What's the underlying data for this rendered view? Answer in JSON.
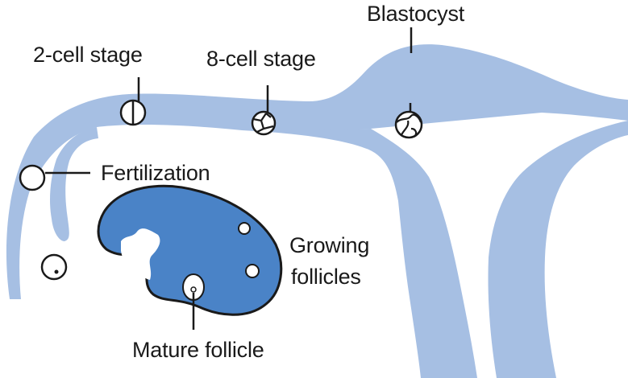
{
  "labels": {
    "two_cell": "2-cell stage",
    "eight_cell": "8-cell stage",
    "blastocyst": "Blastocyst",
    "fertilization": "Fertilization",
    "growing_follicles_line1": "Growing",
    "growing_follicles_line2": "follicles",
    "mature_follicle": "Mature follicle"
  },
  "colors": {
    "uterus_tube": "#a6bfe3",
    "ovary": "#4a83c7",
    "outline": "#1a1a1a",
    "background": "#ffffff"
  }
}
